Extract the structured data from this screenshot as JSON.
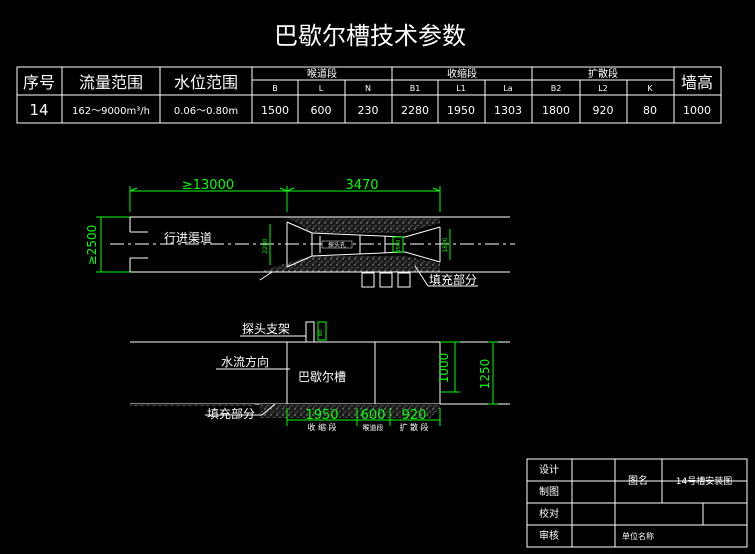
{
  "title": "巴歇尔槽技术参数",
  "params_table": {
    "headers": {
      "seq": "序号",
      "flow_range": "流量范围",
      "level_range": "水位范围",
      "throat": "喉道段",
      "contract": "收缩段",
      "expand": "扩散段",
      "wall_height": "墙高"
    },
    "sub_headers": [
      "B",
      "L",
      "N",
      "B1",
      "L1",
      "La",
      "B2",
      "L2",
      "K"
    ],
    "row": {
      "seq": "14",
      "flow_range": "162～9000m³/h",
      "level_range": "0.06～0.80m",
      "values": [
        "1500",
        "600",
        "230",
        "2280",
        "1950",
        "1303",
        "1800",
        "920",
        "80"
      ],
      "wall_height": "1000"
    }
  },
  "plan_view": {
    "dim_upstream": "≥13000",
    "dim_flume": "3470",
    "dim_width": "≥2500",
    "dim_inner_2280": "2280",
    "dim_inner_1800": "1800",
    "dim_throat_1500": "1500",
    "label_channel": "行进渠道",
    "label_fill": "填充部分",
    "label_probe_small": "探头孔"
  },
  "section_view": {
    "label_probe_bracket": "探头支架",
    "label_flow_dir": "水流方向",
    "label_flume": "巴歇尔槽",
    "label_fill": "填充部分",
    "dim_1950": "1950",
    "dim_600": "600",
    "dim_920": "920",
    "dim_1000": "1000",
    "dim_1250": "1250",
    "dim_probe": "80",
    "sec_contract": "收 缩 段",
    "sec_throat": "喉道段",
    "sec_expand": "扩 散 段"
  },
  "title_block": {
    "design": "设计",
    "draw": "制图",
    "check": "校对",
    "review": "审核",
    "drawing_name_label": "图名",
    "drawing_name": "14号槽安装图",
    "unit_name_label": "单位名称"
  }
}
